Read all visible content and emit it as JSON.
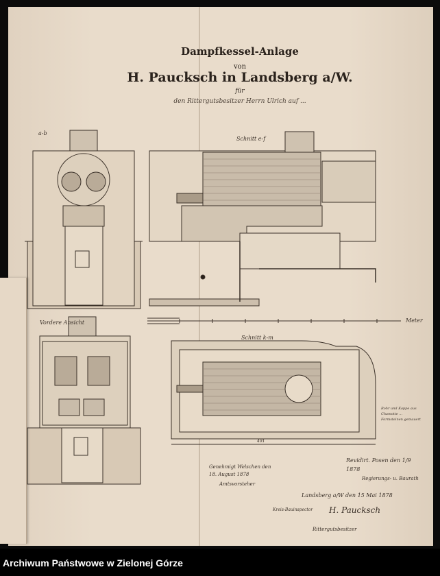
{
  "document": {
    "title_line1": "Dampfkessel-Anlage",
    "title_line2": "von",
    "title_line3": "H. Paucksch in Landsberg a/W.",
    "title_line4": "für",
    "title_line5": "den Rittergutsbesitzer Herrn Ulrich auf ...",
    "labels": {
      "front_top": "a-b",
      "section_ef": "Schnitt e-f",
      "front_view": "Vordere Ansicht",
      "section_km": "Schnitt k-m",
      "scale_unit": "Meter",
      "dimension": "491"
    },
    "annotations": {
      "approval_left": "Genehmigt Welschen den 18. August 1878",
      "approval_left_role": "Amtsvorsteher",
      "approval_right": "Revidirt. Posen den 1/9 1878",
      "approval_right_role": "Regierungs- u. Baurath",
      "place_date": "Landsberg a/W den 15 Mai 1878",
      "signature_maker": "H. Paucksch",
      "signature_left": "Kreis-Bauinspector",
      "signature_owner": "Rittergutsbesitzer",
      "side_note": "Rohr und Kappe aus Chamotte ... Formsteinen gemauert"
    }
  },
  "footer": {
    "archive_name": "Archiwum Państwowe w Zielonej Górze"
  },
  "colors": {
    "paper": "#e9dccb",
    "ink": "#2a221c",
    "background": "#0b0b0b"
  }
}
